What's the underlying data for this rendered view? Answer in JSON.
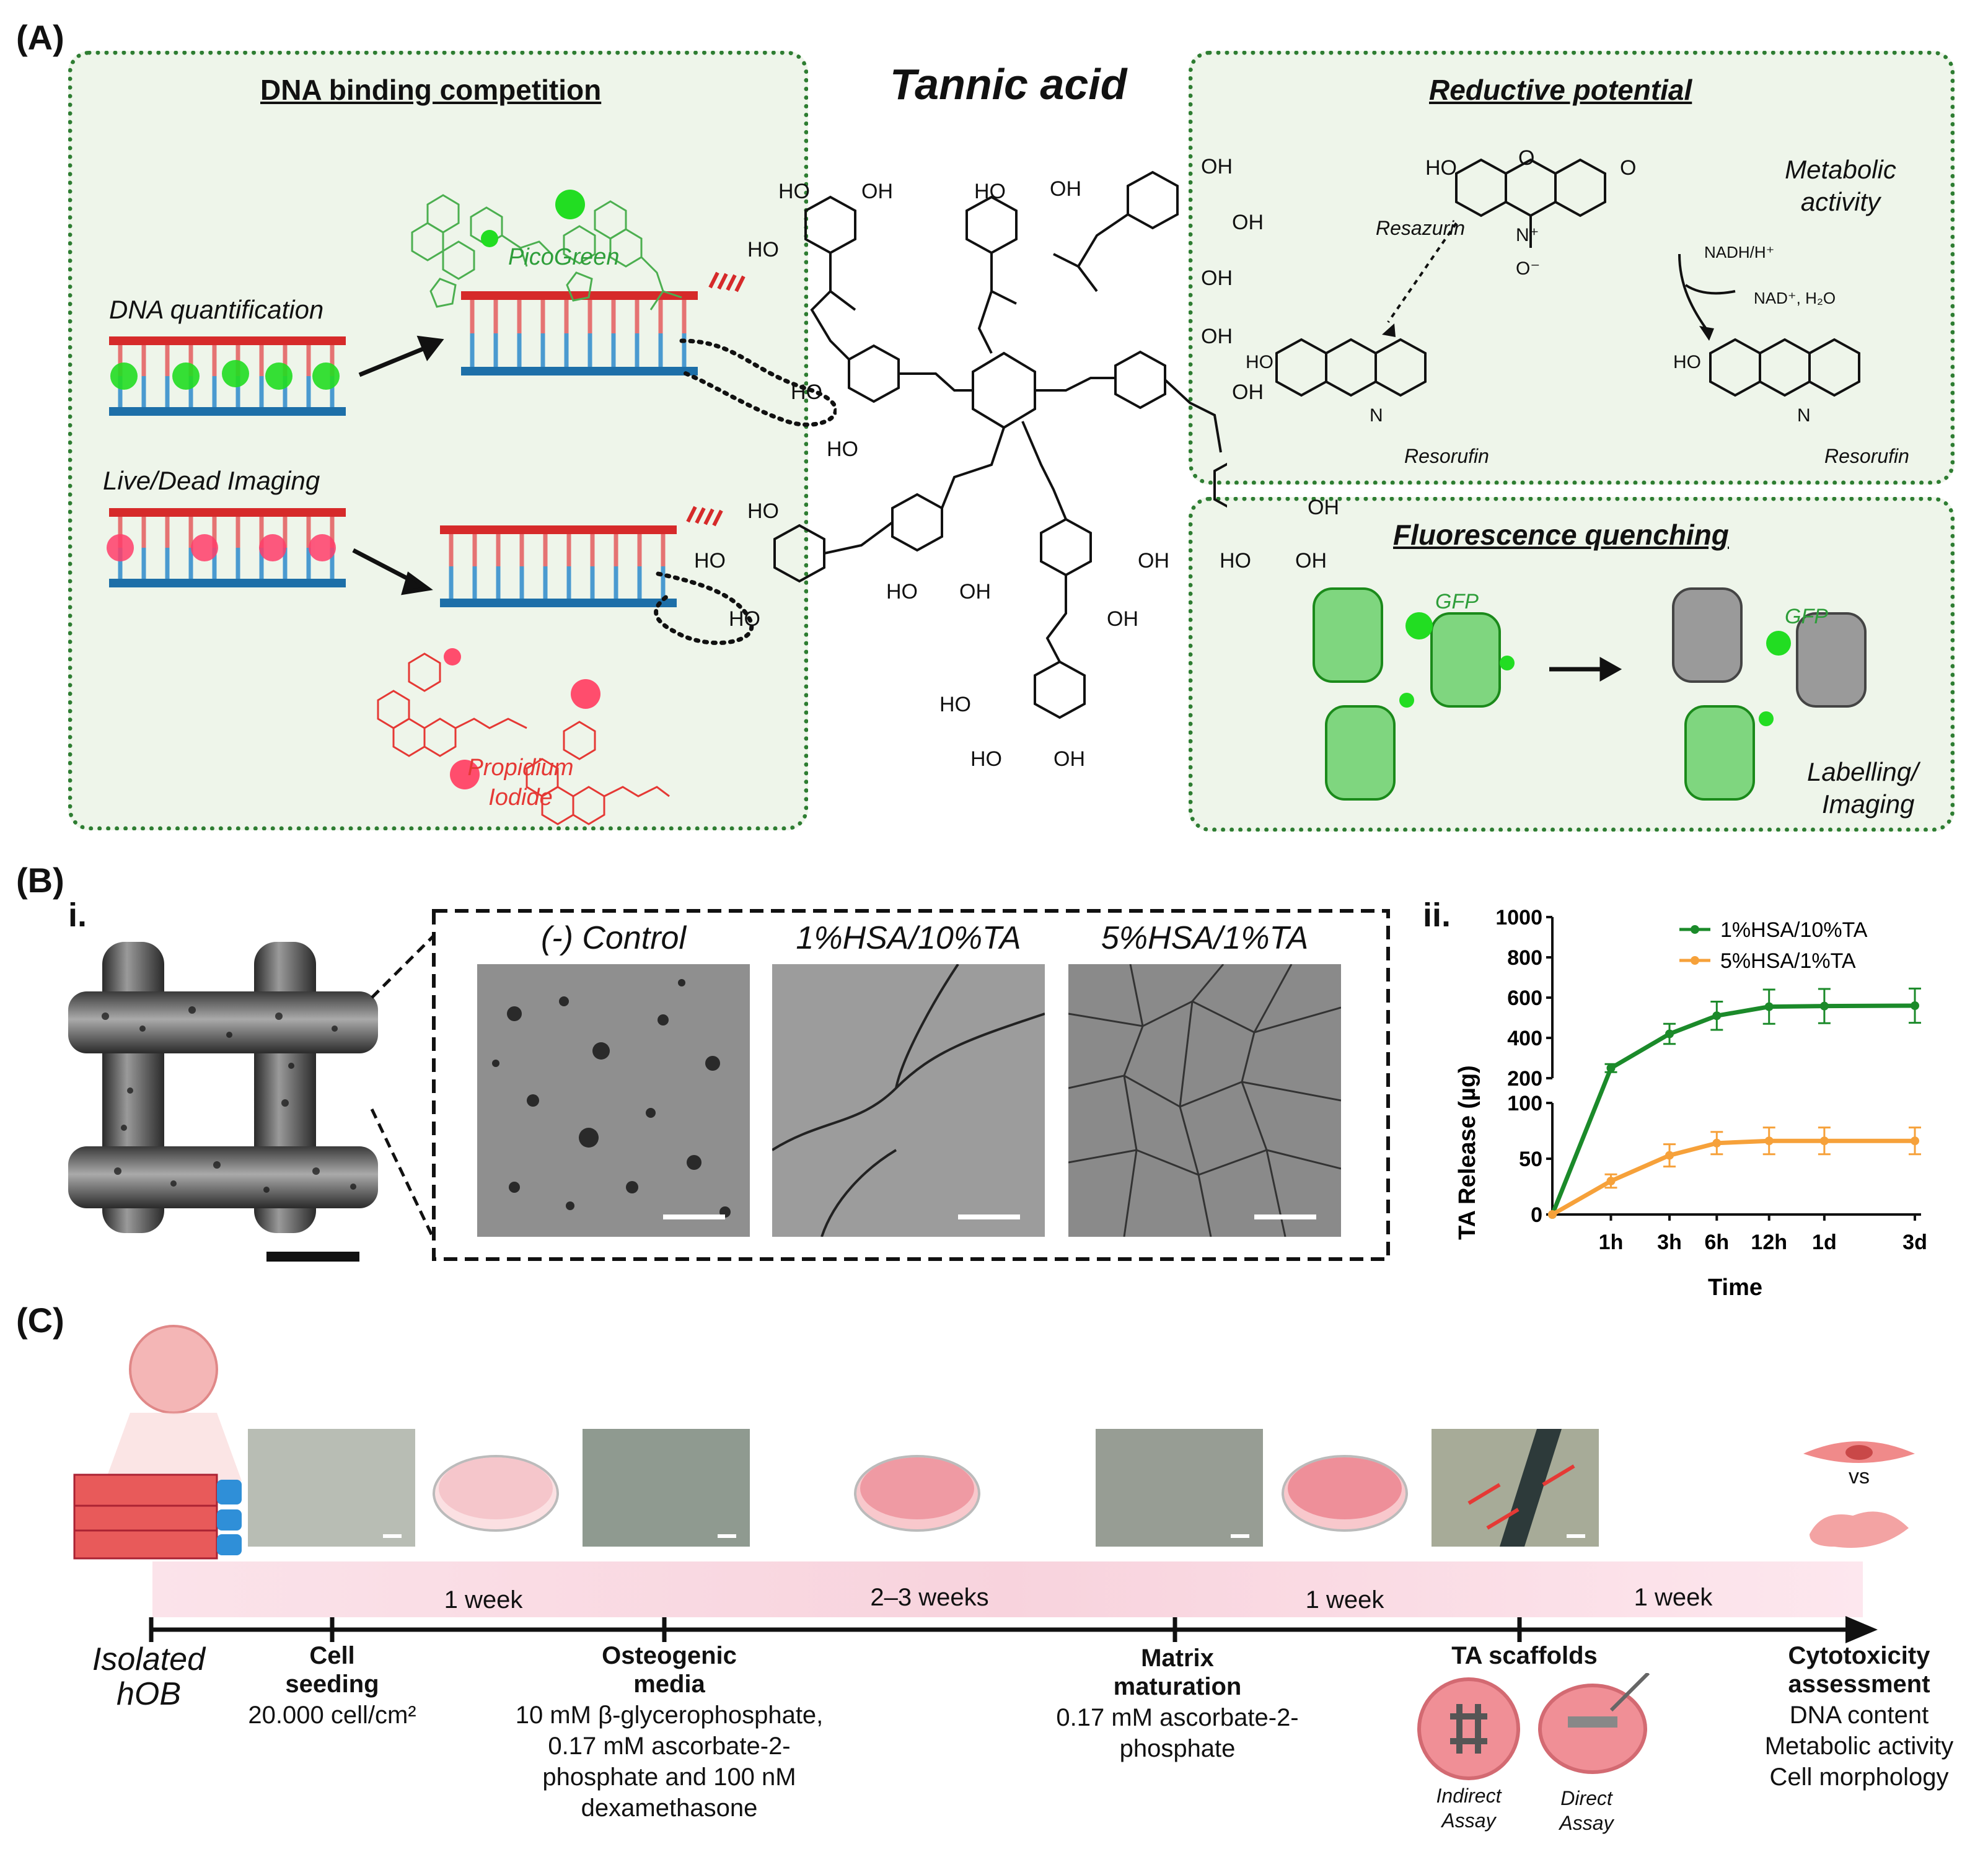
{
  "panels": {
    "a": "(A)",
    "b": "(B)",
    "c": "(C)"
  },
  "panel_a": {
    "center_title": "Tannic acid",
    "dna_box": {
      "title": "DNA binding competition",
      "picogreen": "PicoGreen",
      "dna_quant": "DNA quantification",
      "live_dead": "Live/Dead Imaging",
      "propidium_1": "Propidium",
      "propidium_2": "Iodide"
    },
    "red_box": {
      "title": "Reductive potential",
      "metabolic_1": "Metabolic",
      "metabolic_2": "activity",
      "resazurin": "Resazurin",
      "nadh": "NADH/H⁺",
      "nad": "NAD⁺, H₂O",
      "resorufin": "Resorufin"
    },
    "fq_box": {
      "title": "Fluorescence quenching",
      "gfp": "GFP",
      "labelling_1": "Labelling/",
      "labelling_2": "Imaging"
    },
    "chem": {
      "ho": "HO",
      "oh": "OH",
      "o": "O",
      "n": "N",
      "nplus": "N⁺",
      "ominus": "O⁻"
    }
  },
  "panel_b": {
    "sub_i": "i.",
    "sub_ii": "ii.",
    "sem_labels": [
      "(-) Control",
      "1%HSA/10%TA",
      "5%HSA/1%TA"
    ],
    "chart_data": {
      "type": "line",
      "xlabel": "Time",
      "ylabel": "TA Release (µg)",
      "categories": [
        "1h",
        "3h",
        "6h",
        "12h",
        "1d",
        "3d"
      ],
      "x_hours": [
        0,
        1,
        3,
        6,
        12,
        24,
        72
      ],
      "yticks_upper": [
        200,
        400,
        600,
        800,
        1000
      ],
      "yticks_lower": [
        0,
        50,
        100
      ],
      "series": [
        {
          "name": "1%HSA/10%TA",
          "color": "#1b8a2a",
          "x": [
            0,
            1,
            3,
            6,
            12,
            24,
            72
          ],
          "y": [
            0,
            250,
            420,
            510,
            555,
            558,
            560
          ],
          "err": [
            0,
            20,
            50,
            70,
            85,
            85,
            85
          ]
        },
        {
          "name": "5%HSA/1%TA",
          "color": "#f6a13a",
          "x": [
            0,
            1,
            3,
            6,
            12,
            24,
            72
          ],
          "y": [
            0,
            30,
            53,
            64,
            66,
            66,
            66
          ],
          "err": [
            0,
            6,
            10,
            10,
            12,
            12,
            12
          ]
        }
      ]
    }
  },
  "panel_c": {
    "vs": "vs",
    "durations": [
      "1 week",
      "2–3  weeks",
      "1 week",
      "1 week"
    ],
    "isolated_1": "Isolated",
    "isolated_2": "hOB",
    "seeding_title_1": "Cell",
    "seeding_title_2": "seeding",
    "seeding_text": "20.000 cell/cm²",
    "osteo_title_1": "Osteogenic",
    "osteo_title_2": "media",
    "osteo_text": [
      "10 mM β-glycerophosphate,",
      "0.17 mM ascorbate-2-",
      "phosphate and 100 nM",
      "dexamethasone"
    ],
    "matrix_title_1": "Matrix",
    "matrix_title_2": "maturation",
    "matrix_text": [
      "0.17 mM ascorbate-2-",
      "phosphate"
    ],
    "ta_title": "TA scaffolds",
    "indirect": [
      "Indirect",
      "Assay"
    ],
    "direct": [
      "Direct",
      "Assay"
    ],
    "cyto_title_1": "Cytotoxicity",
    "cyto_title_2": "assessment",
    "cyto_text": [
      "DNA content",
      "Metabolic activity",
      "Cell morphology"
    ]
  }
}
